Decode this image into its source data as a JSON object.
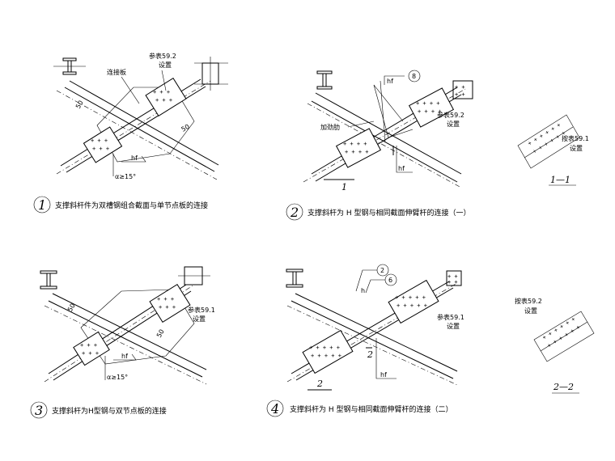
{
  "details": [
    {
      "number": "1",
      "caption": "支撑斜杆件为双槽钢组合截面与单节点板的连接",
      "labels": {
        "plate": "连接板",
        "ref_line1": "参表59.2",
        "ref_line2": "设置",
        "dim_a": "50",
        "dim_b": "50",
        "weld": "hf",
        "angle": "α≥15°"
      }
    },
    {
      "number": "2",
      "caption": "支撑斜杆为 H 型钢与相同截面伸臂杆的连接（一）",
      "labels": {
        "stiffener": "加劲肋",
        "ref_line1": "参表59.2",
        "ref_line2": "设置",
        "weld_top": "hf",
        "weld_bottom": "hf",
        "callout": "8",
        "section_mark": "1"
      }
    },
    {
      "number": "3",
      "caption": "支撑斜杆为H型钢与双节点板的连接",
      "labels": {
        "ref_line1": "参表59.1",
        "ref_line2": "设置",
        "dim_a": "50",
        "dim_b": "50",
        "weld": "hf",
        "angle": "α≥15°"
      }
    },
    {
      "number": "4",
      "caption": "支撑斜杆为 H 型钢与相同截面伸臂杆的连接（二）",
      "labels": {
        "ref_line1": "参表59.1",
        "ref_line2": "设置",
        "weld_side": "h",
        "weld_bottom": "hf",
        "callout_a": "2",
        "callout_b": "6",
        "section_mark": "2"
      }
    }
  ],
  "sections": [
    {
      "title": "1—1",
      "ref_line1": "按表59.1",
      "ref_line2": "设置"
    },
    {
      "title": "2—2",
      "ref_line1": "按表59.2",
      "ref_line2": "设置"
    }
  ]
}
